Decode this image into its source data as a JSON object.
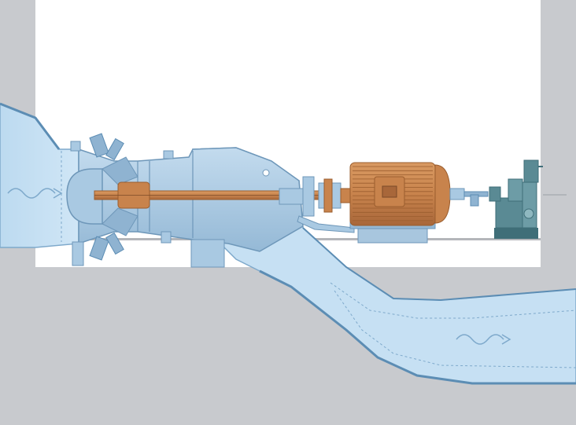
{
  "diagram": {
    "kind": "turbine-generator-section",
    "labels": [],
    "flow_indicators": [
      {
        "name": "inlet-flow",
        "icon": "wavy-arrow-icon",
        "direction": "right"
      },
      {
        "name": "outlet-flow",
        "icon": "wavy-arrow-icon",
        "direction": "right"
      }
    ],
    "components": [
      {
        "name": "intake-pipe"
      },
      {
        "name": "wicket-gate-servo"
      },
      {
        "name": "runner-hub"
      },
      {
        "name": "turbine-shaft"
      },
      {
        "name": "draft-tube"
      },
      {
        "name": "shaft-seal-bracket"
      },
      {
        "name": "shaft-coupling"
      },
      {
        "name": "generator"
      },
      {
        "name": "exciter"
      },
      {
        "name": "hydraulic-power-unit"
      }
    ],
    "colors": {
      "water": "#c6e0f3",
      "water_edge": "#7ea9cb",
      "steel": "#a9c9e2",
      "concrete": "#c8cace",
      "concrete_dark": "#b4b6ba",
      "bronze": "#c8834c",
      "bronze_dark": "#9a5d2e",
      "generator_base": "#a8c6de",
      "hpu": "#5a8a94",
      "hpu_dark": "#3f6e78"
    }
  }
}
